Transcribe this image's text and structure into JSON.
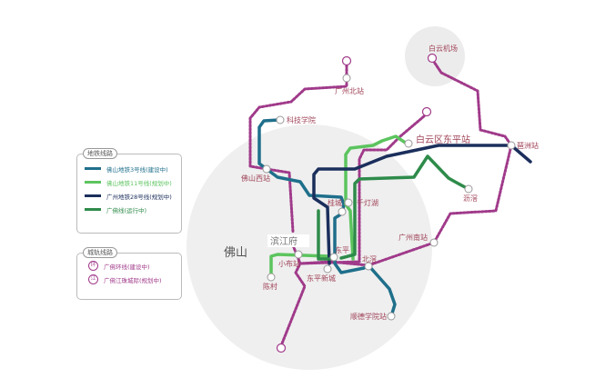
{
  "region_label": "佛山",
  "project_label": "滨江府",
  "stations": {
    "airport": "白云机场",
    "gz_north": "广州北站",
    "keji": "科技学院",
    "fs_west": "佛山西站",
    "baiyun_dongping": "白云区东平站",
    "pazhou": "琶洲站",
    "lijiao": "沥滘",
    "qiandenghu": "千灯湖",
    "guicheng": "桂城",
    "dongping": "东平",
    "gz_south": "广州南站",
    "beijiao": "北滘",
    "xiaobu": "小布站",
    "dongping_xincheng": "东平新城",
    "chencun": "陈村",
    "shunde_college": "顺德学院站"
  },
  "legend_metro": {
    "title": "地铁线路",
    "items": [
      {
        "label": "佛山地铁3号线(建设中)",
        "color": "#1f6f8b"
      },
      {
        "label": "佛山地铁11号线(规划中)",
        "color": "#5cc45e"
      },
      {
        "label": "广州地铁28号线(规划中)",
        "color": "#1b2f5c"
      },
      {
        "label": "广佛线(运行中)",
        "color": "#2e8b4a"
      }
    ]
  },
  "legend_rail": {
    "title": "城轨线路",
    "items": [
      {
        "icon": "环",
        "label": "广佛环线(建设中)",
        "color": "#a03a8a"
      },
      {
        "icon": "江",
        "label": "广佛江珠城际(规划中)",
        "color": "#a03a8a"
      }
    ]
  }
}
